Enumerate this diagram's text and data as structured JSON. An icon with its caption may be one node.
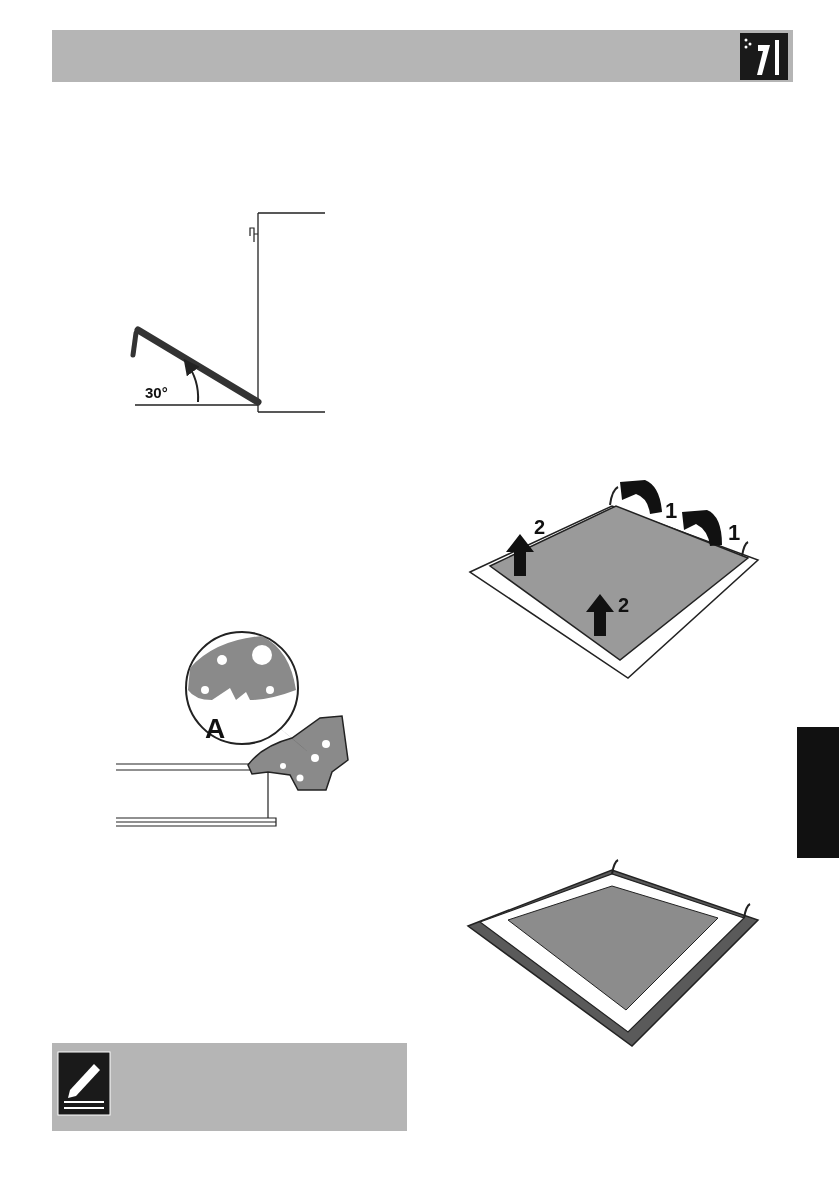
{
  "diagram": {
    "labels": [
      "30°",
      "A",
      "1",
      "1",
      "2",
      "2"
    ]
  }
}
